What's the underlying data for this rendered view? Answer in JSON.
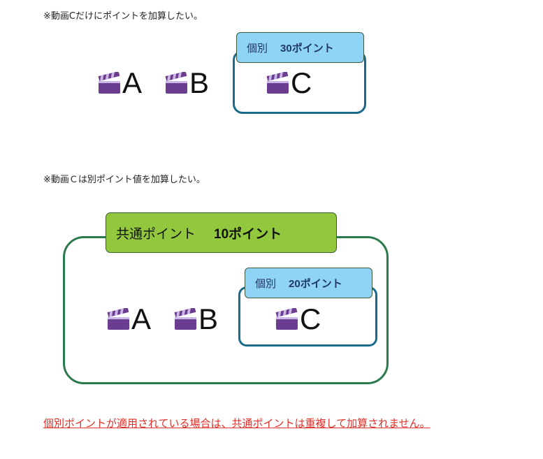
{
  "section1": {
    "note": "※動画Cだけにポイントを加算したい。",
    "individual_tab": {
      "label": "個別",
      "points": "30ポイント"
    },
    "items": [
      {
        "letter": "A",
        "icon": "clapperboard-icon"
      },
      {
        "letter": "B",
        "icon": "clapperboard-icon"
      },
      {
        "letter": "C",
        "icon": "clapperboard-icon"
      }
    ]
  },
  "section2": {
    "note": "※動画Ｃは別ポイント値を加算したい。",
    "common_tab": {
      "label": "共通ポイント",
      "points": "10ポイント"
    },
    "individual_tab": {
      "label": "個別",
      "points": "20ポイント"
    },
    "items": [
      {
        "letter": "A",
        "icon": "clapperboard-icon"
      },
      {
        "letter": "B",
        "icon": "clapperboard-icon"
      },
      {
        "letter": "C",
        "icon": "clapperboard-icon"
      }
    ]
  },
  "footer_note": "個別ポイントが適用されている場合は、共通ポイントは重複して加算されません。",
  "colors": {
    "individual_border": "#1a6b8a",
    "individual_tab_fill": "#8fd4f5",
    "common_border": "#2b7a4b",
    "common_tab_fill": "#92c83e",
    "clapper_purple": "#6a3d91",
    "clapper_stripe": "#c9b8e6",
    "footer_text": "#e0302a"
  }
}
